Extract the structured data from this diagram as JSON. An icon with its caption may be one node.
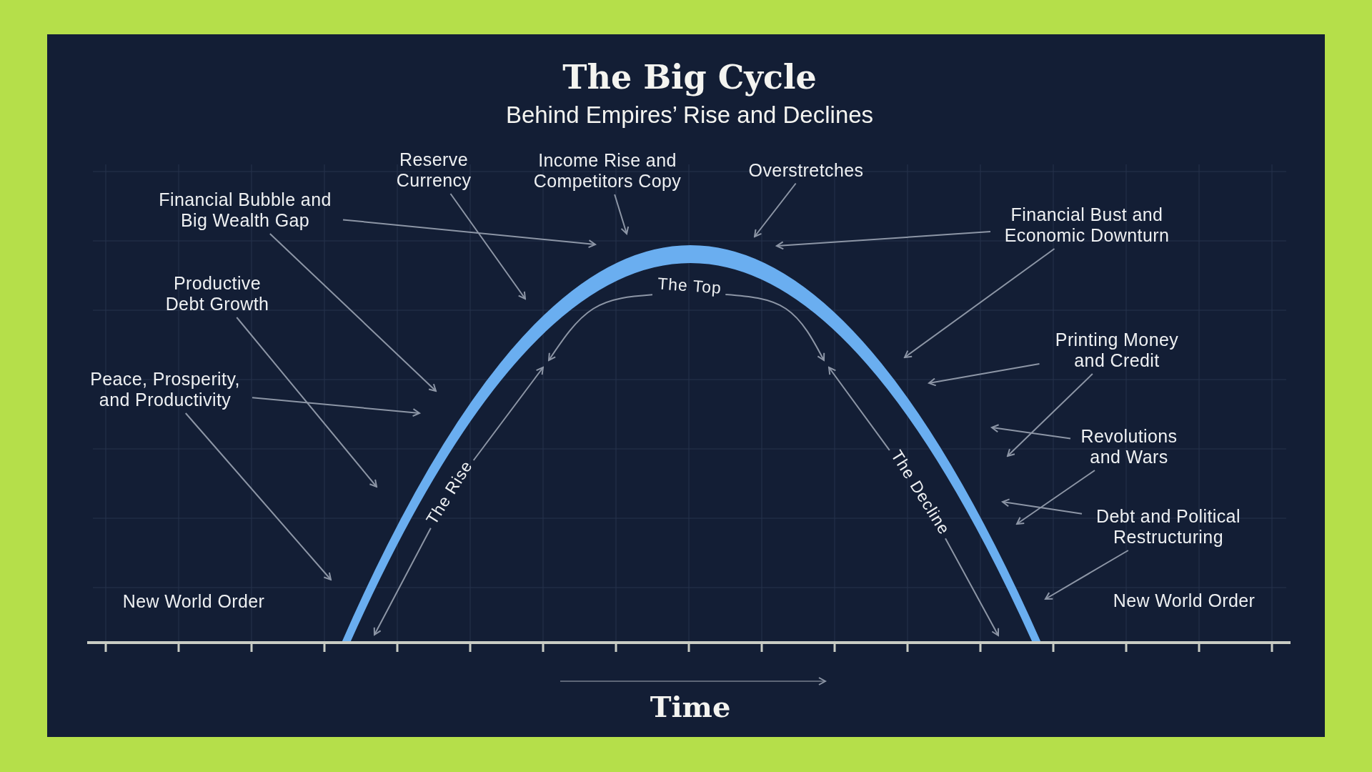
{
  "diagram": {
    "title": "The Big Cycle",
    "nodes": [
      {
        "text": [
          "Reserve Currency"
        ]
      },
      {
        "text": [
          "Income Rise and Competitors Copy"
        ]
      },
      {
        "text": [
          "Overstretches"
        ]
      },
      {
        "text": [
          "Financial Bubble and Big Wealth Gap"
        ]
      },
      {
        "text": [
          "Financial Bust and Economic Downturn"
        ]
      },
      {
        "text": [
          "Productive Debt Growth"
        ]
      },
      {
        "text": [
          "The Top"
        ]
      },
      {
        "text": [
          "Printing Money and Credit"
        ]
      },
      {
        "text": [
          "Peace, Prosperity, and Productivity"
        ]
      },
      {
        "text": [
          "Revolutions and Wars"
        ]
      },
      {
        "text": [
          "The Rise"
        ]
      },
      {
        "text": [
          "The Decline"
        ]
      },
      {
        "text": [
          "Debt and Political Restructuring"
        ]
      },
      {
        "text": [
          "New World Order"
        ]
      },
      {
        "text": [
          "New World Order"
        ]
      }
    ],
    "edges": [
      {
        "from": 3,
        "to": null,
        "arrow": "to"
      },
      {
        "from": 3,
        "to": null,
        "arrow": "to"
      },
      {
        "from": 0,
        "to": null,
        "arrow": "to"
      },
      {
        "from": 1,
        "to": null,
        "arrow": "to"
      },
      {
        "from": 2,
        "to": null,
        "arrow": "to"
      },
      {
        "from": 4,
        "to": null,
        "arrow": "to"
      },
      {
        "from": 4,
        "to": null,
        "arrow": "to"
      },
      {
        "from": 5,
        "to": null,
        "arrow": "to"
      },
      {
        "from": 7,
        "to": null,
        "arrow": "to"
      },
      {
        "from": 7,
        "to": null,
        "arrow": "to"
      },
      {
        "from": 8,
        "to": null,
        "arrow": "to"
      },
      {
        "from": 8,
        "to": null,
        "arrow": "to"
      },
      {
        "from": 9,
        "to": null,
        "arrow": "to"
      },
      {
        "from": 9,
        "to": null,
        "arrow": "to"
      },
      {
        "from": 12,
        "to": null,
        "arrow": "to"
      },
      {
        "from": 12,
        "to": null,
        "arrow": "to"
      },
      {
        "from": 10,
        "to": null,
        "arrow": "to"
      },
      {
        "from": 10,
        "to": null,
        "arrow": "to"
      },
      {
        "from": 6,
        "to": null,
        "arrow": "to"
      },
      {
        "from": 6,
        "to": null,
        "arrow": "to"
      },
      {
        "from": 11,
        "to": null,
        "arrow": "to"
      },
      {
        "from": 11,
        "to": null,
        "arrow": "to"
      }
    ],
    "labels": [
      "Behind Empires’ Rise and Declines",
      "Time"
    ]
  }
}
